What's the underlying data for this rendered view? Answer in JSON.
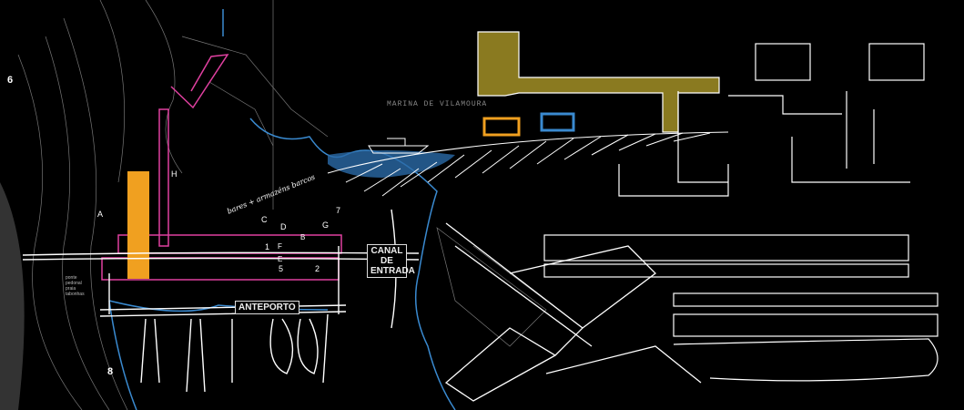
{
  "drawing": {
    "labels": {
      "grid_6": "6",
      "grid_8": "8",
      "H": "H",
      "A": "A",
      "C": "C",
      "D": "D",
      "G": "G",
      "B": "B",
      "E": "E",
      "F": "F",
      "n1": "1",
      "n2": "2",
      "n5": "5",
      "n7": "7"
    },
    "canal_de_entrada": "CANAL DE ENTRADA",
    "anteporto": "ANTEPORTO",
    "marina": "MARINA DE VILAMOURA",
    "ponte_pedonal": "ponte pedonal praia tabonhas",
    "handnote": "bares + armazéns barcos",
    "colors": {
      "orange": "#f0a020",
      "pink": "#e040a0",
      "blue": "#3a8ad0",
      "ochre": "#8a7a20",
      "white": "#ffffff"
    }
  }
}
